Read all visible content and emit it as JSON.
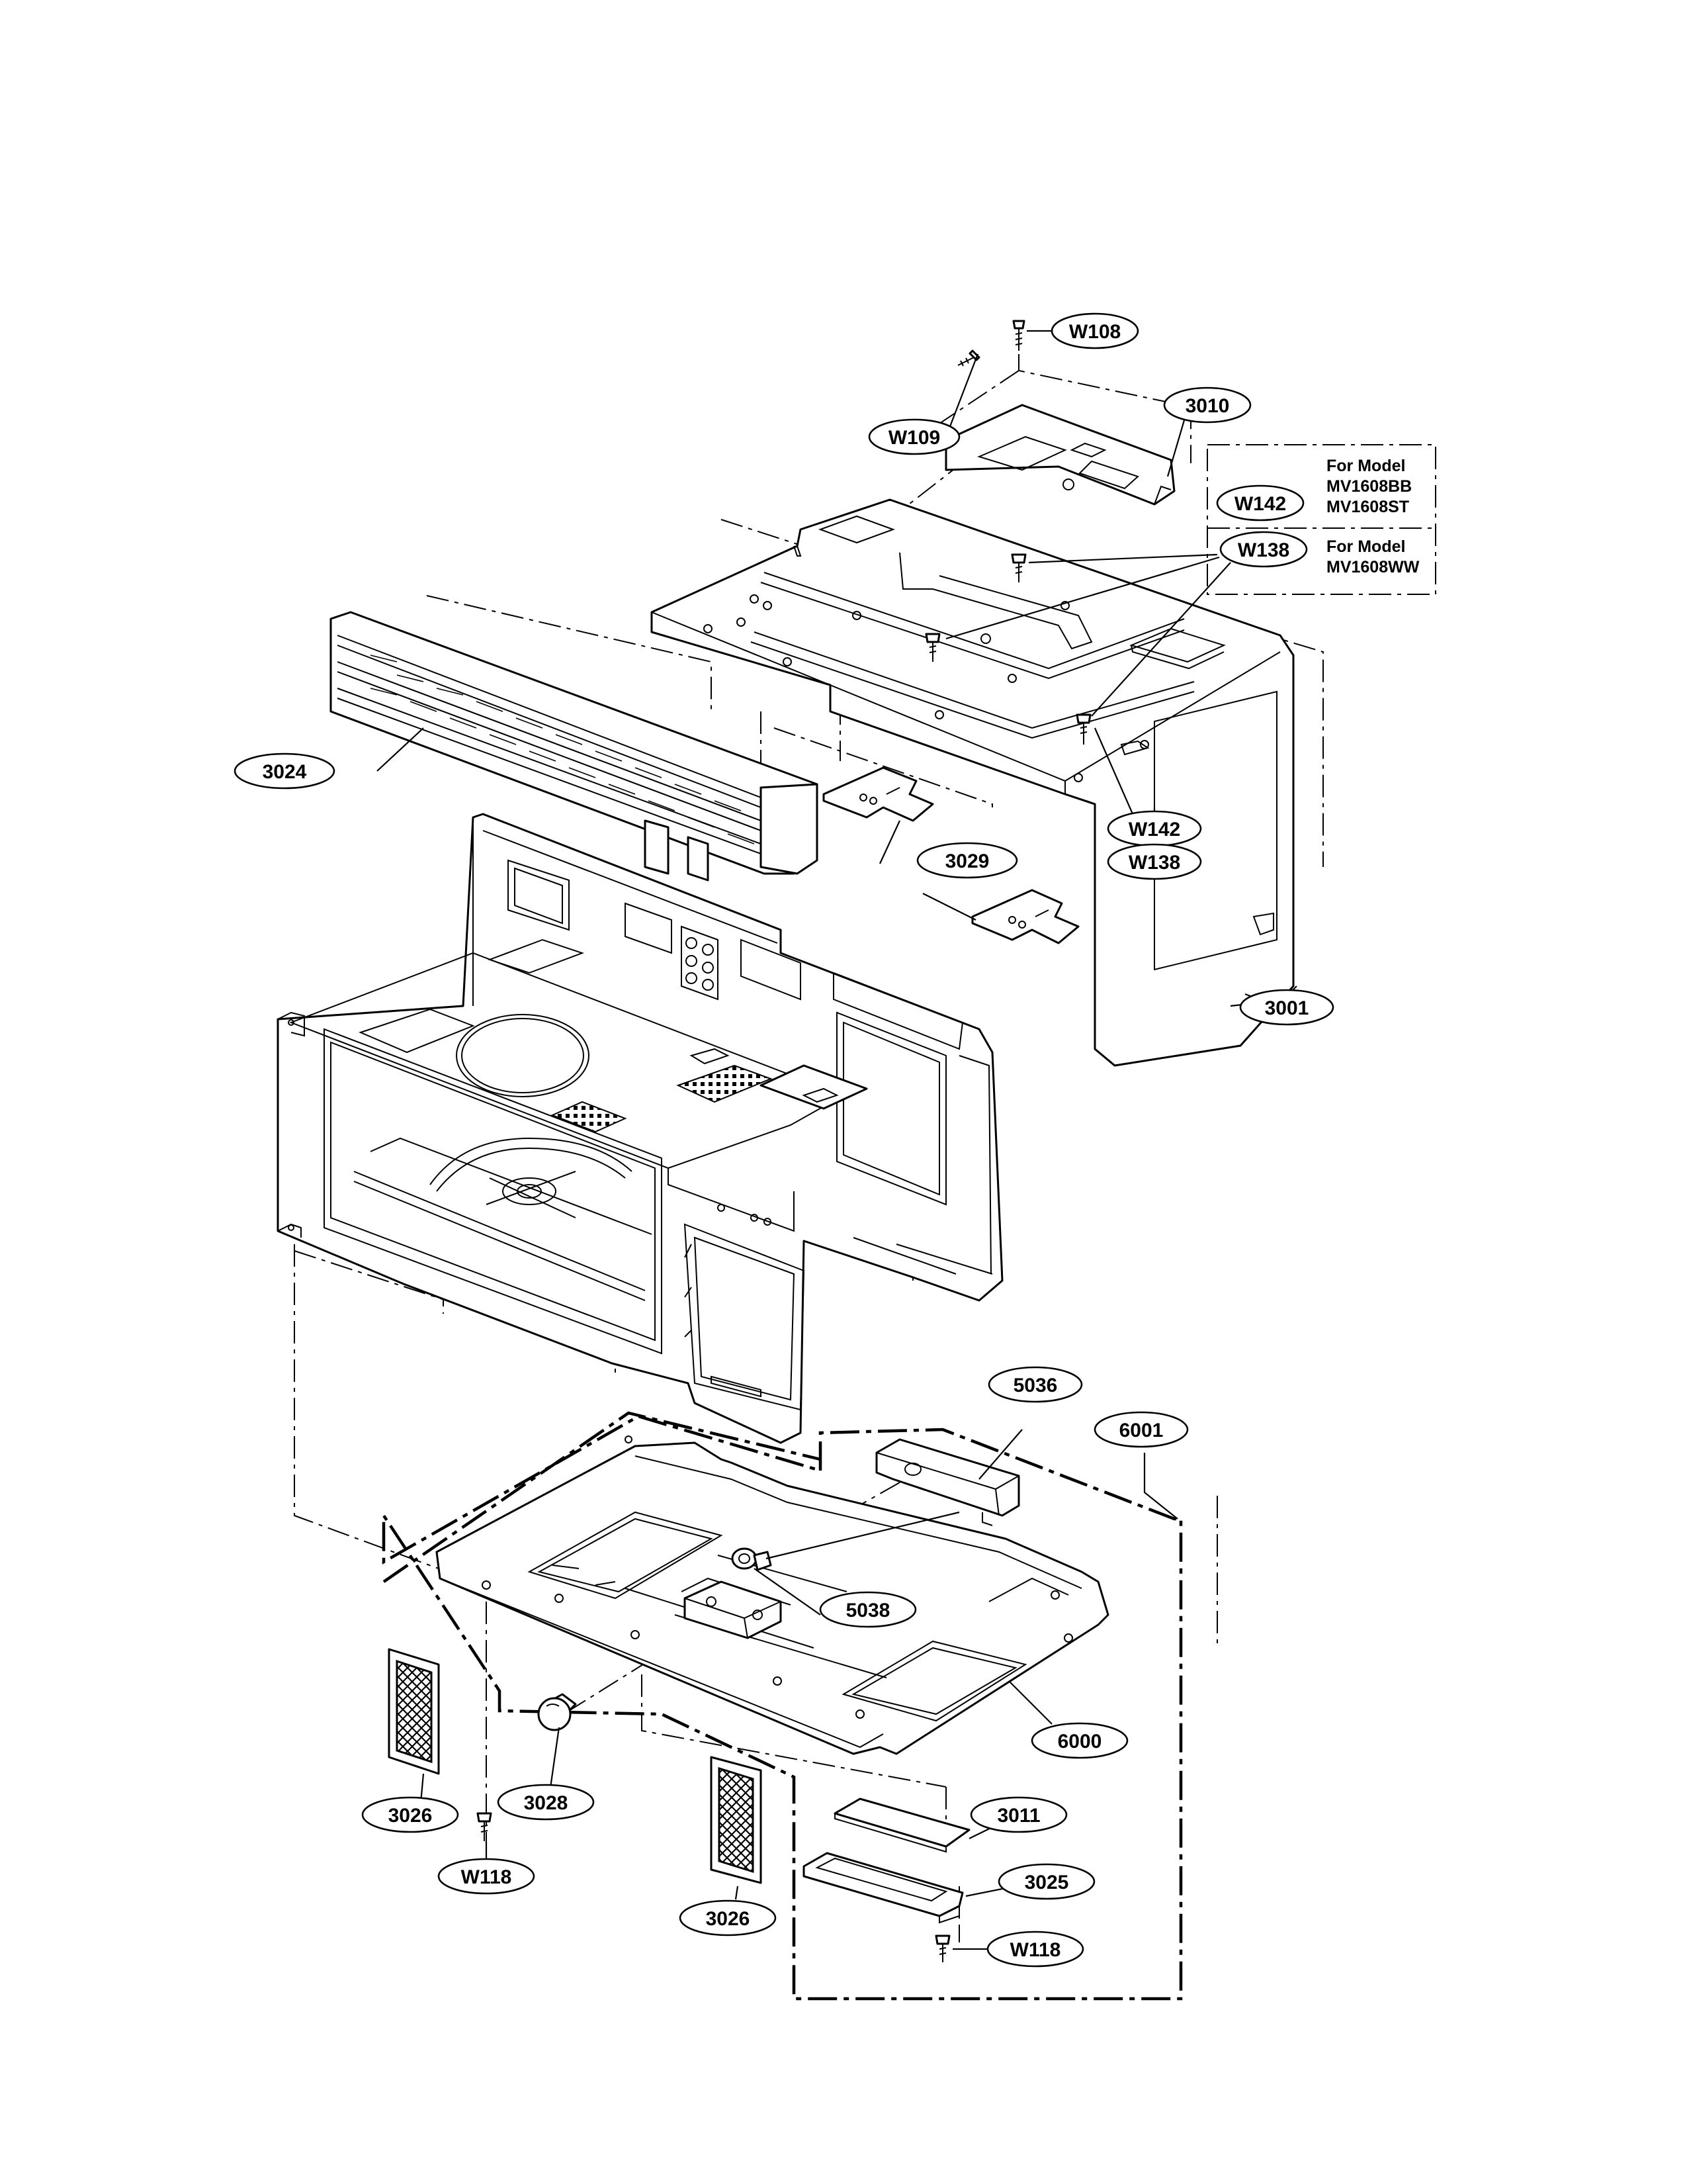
{
  "callouts": {
    "w108": "W108",
    "p3010": "3010",
    "w109": "W109",
    "w142_top": "W142",
    "w138_top": "W138",
    "p3024": "3024",
    "p3029": "3029",
    "w142_side": "W142",
    "w138_side": "W138",
    "p3001": "3001",
    "p5036": "5036",
    "p6001": "6001",
    "p5038": "5038",
    "p6000": "6000",
    "p3026_left": "3026",
    "p3028": "3028",
    "p3011": "3011",
    "w118_left": "W118",
    "p3025": "3025",
    "w118_right": "W118",
    "p3026_center": "3026"
  },
  "model_notes": {
    "note1_line1": "For Model",
    "note1_line2": "MV1608BB",
    "note1_line3": "MV1608ST",
    "note2_line1": "For Model",
    "note2_line2": "MV1608WW"
  }
}
